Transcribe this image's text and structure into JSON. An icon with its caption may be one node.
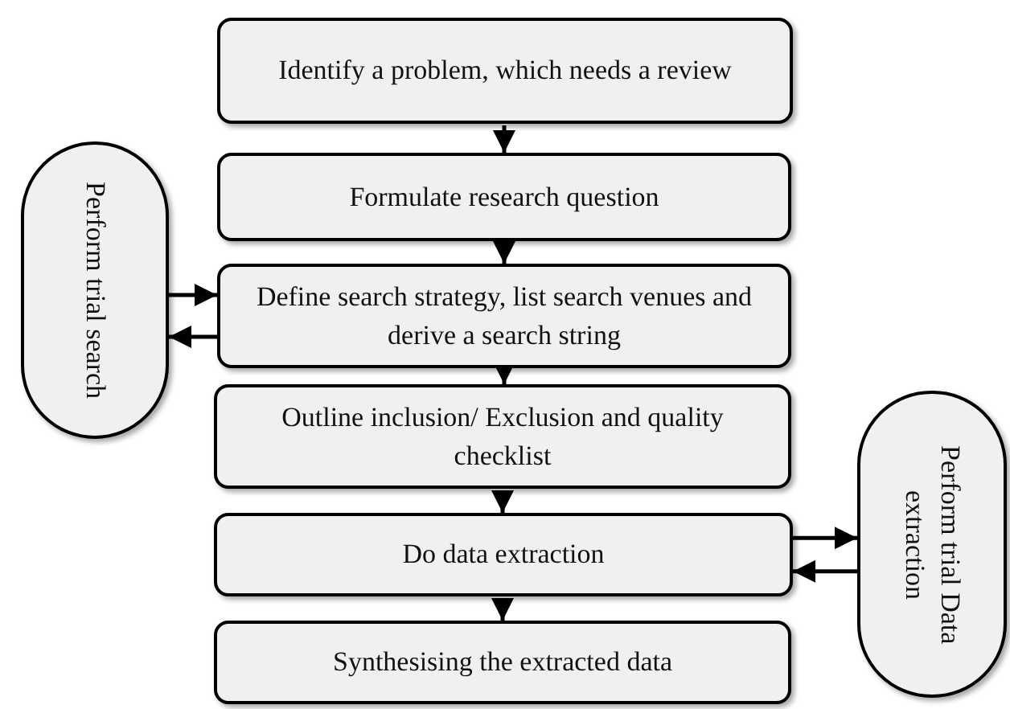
{
  "diagram": {
    "nodes": [
      {
        "text": [
          "Identify a problem, which needs a review"
        ]
      },
      {
        "text": [
          "Formulate research question"
        ]
      },
      {
        "text": [
          "Perform trial search"
        ]
      },
      {
        "text": [
          "Define search strategy, list search venues and derive a search string"
        ]
      },
      {
        "text": [
          "Outline inclusion/ Exclusion and quality checklist"
        ]
      },
      {
        "text": [
          "Do data extraction"
        ]
      },
      {
        "text": [
          "Perform trial Data extraction"
        ]
      },
      {
        "text": [
          "Synthesising the extracted data"
        ]
      }
    ],
    "edges": [
      {
        "from": 0,
        "to": 1,
        "arrow": "to"
      },
      {
        "from": 1,
        "to": 3,
        "arrow": "to"
      },
      {
        "from": 2,
        "to": 3,
        "arrow": "to"
      },
      {
        "from": 3,
        "to": 2,
        "arrow": "to"
      },
      {
        "from": 3,
        "to": 4,
        "arrow": "to"
      },
      {
        "from": 4,
        "to": 5,
        "arrow": "to"
      },
      {
        "from": 5,
        "to": 6,
        "arrow": "to"
      },
      {
        "from": 6,
        "to": 5,
        "arrow": "to"
      },
      {
        "from": 5,
        "to": 7,
        "arrow": "to"
      }
    ]
  }
}
